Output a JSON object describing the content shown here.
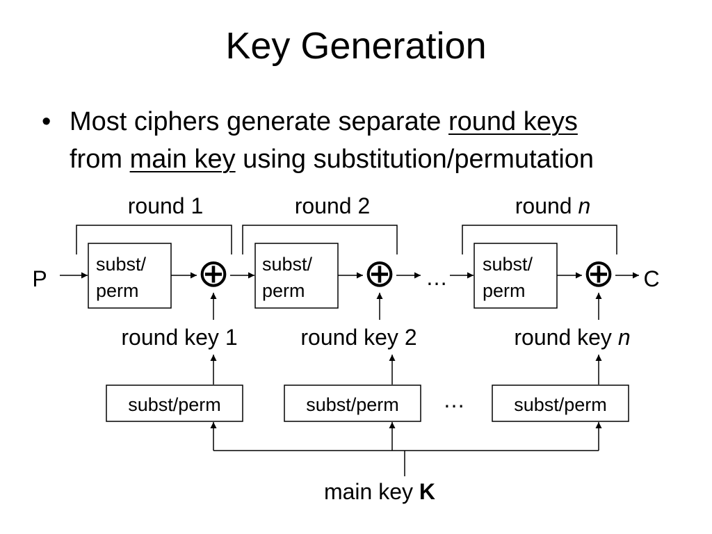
{
  "slide": {
    "title": "Key Generation",
    "bullet": {
      "symbol": "•",
      "line1_text": "Most ciphers generate separate ",
      "line1_underlined": "round keys",
      "line2_prefix": "from ",
      "line2_underlined": "main key",
      "line2_suffix": " using substitution/permutation"
    }
  },
  "diagram": {
    "input_label": "P",
    "output_label": "C",
    "ellipsis": "…",
    "xor_symbol": "⊕",
    "rounds": [
      {
        "label_text": "round ",
        "label_var": "1",
        "var_italic": false,
        "box_line1": "subst/",
        "box_line2": "perm",
        "key_label_text": "round key ",
        "key_label_var": "1",
        "key_box_label": "subst/perm"
      },
      {
        "label_text": "round ",
        "label_var": "2",
        "var_italic": false,
        "box_line1": "subst/",
        "box_line2": "perm",
        "key_label_text": "round key ",
        "key_label_var": "2",
        "key_box_label": "subst/perm"
      },
      {
        "label_text": "round ",
        "label_var": "n",
        "var_italic": true,
        "box_line1": "subst/",
        "box_line2": "perm",
        "key_label_text": "round key ",
        "key_label_var": "n",
        "key_box_label": "subst/perm"
      }
    ],
    "main_key_text": "main key ",
    "main_key_symbol": "K"
  }
}
